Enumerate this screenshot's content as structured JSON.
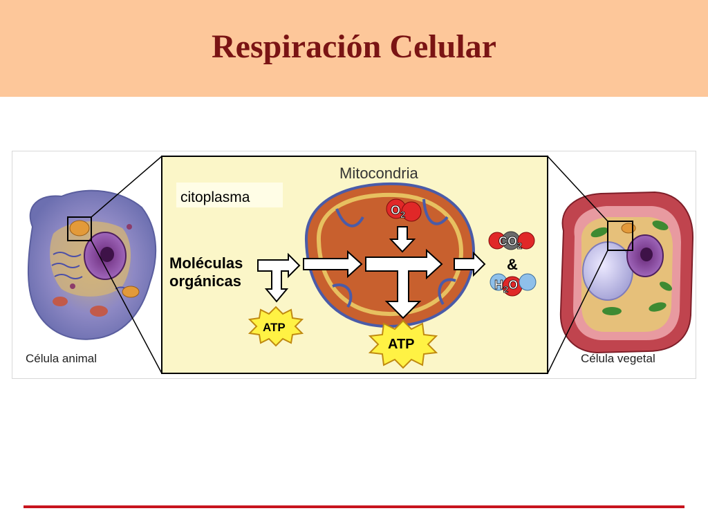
{
  "slide": {
    "title": "Respiración Celular",
    "colors": {
      "header_bg": "#fdc79a",
      "title": "#7a1414",
      "panel_bg": "#fbf6c8",
      "mitochondria": "#c8602e",
      "footer_line": "#c8141e"
    }
  },
  "diagram": {
    "animal_cell_label": "Célula animal",
    "plant_cell_label": "Célula vegetal",
    "cytoplasm_label": "citoplasma",
    "mitochondria_label": "Mitocondria",
    "input_line1": "Moléculas",
    "input_line2": "orgánicas",
    "atp_small": "ATP",
    "atp_large": "ATP",
    "o2": {
      "base": "O",
      "sub": "2"
    },
    "co2": {
      "base": "CO",
      "sub": "2"
    },
    "ampersand": "&",
    "h2o": {
      "pre": "H",
      "sub": "2",
      "post": "O"
    }
  }
}
